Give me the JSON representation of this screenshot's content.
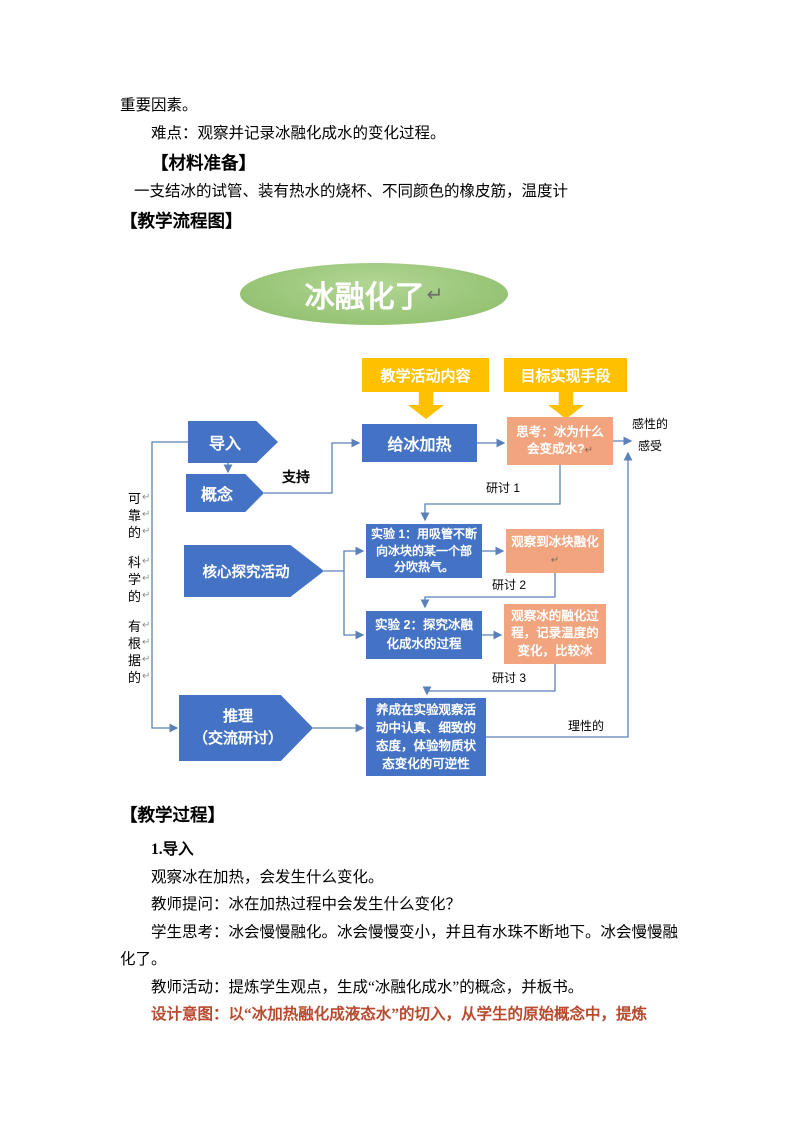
{
  "doc": {
    "p_top1": "重要因素。",
    "p_top2": "难点：观察并记录冰融化成水的变化过程。",
    "h_materials": "【材料准备】",
    "p_materials": "一支结冰的试管、装有热水的烧杯、不同颜色的橡皮筋，温度计",
    "h_flowchart": "【教学流程图】",
    "h_process": "【教学过程】",
    "p_step": "1.导入",
    "p1": "观察冰在加热，会发生什么变化。",
    "p2": "教师提问：冰在加热过程中会发生什么变化？",
    "p3": "学生思考：冰会慢慢融化。冰会慢慢变小，并且有水珠不断地下。冰会慢慢融化了。",
    "p4": "教师活动：提炼学生观点，生成“冰融化成水”的概念，并板书。",
    "p5": "设计意图：以“冰加热融化成液态水”的切入，从学生的原始概念中，提炼"
  },
  "flowchart": {
    "title": "冰融化了",
    "pilcrow": "↵",
    "header_activity": "教学活动内容",
    "header_target": "目标实现手段",
    "step_daoru": "导入",
    "step_gainian": "概念",
    "step_hexin": "核心探究活动",
    "step_tuili_1": "推理",
    "step_tuili_2": "（交流研讨）",
    "box_jiare": "给冰加热",
    "box_sikao": "思考：冰为什么会变成水?",
    "box_shiyan1": "实验 1：用吸管不断向冰块的某一个部分吹热气。",
    "box_guancha1": "观察到冰块融化",
    "box_shiyan2": "实验 2：探究冰融化成水的过程",
    "box_guancha2": "观察冰的融化过程，记录温度的变化，比较冰",
    "box_yangcheng": "养成在实验观察活动中认真、细致的态度，体验物质状态变化的可逆性",
    "label_zhichi": "支持",
    "label_yantao1": "研讨 1",
    "label_yantao2": "研讨 2",
    "label_yantao3": "研讨 3",
    "label_ganxing": "感性的",
    "label_ganshou": "感受",
    "label_lixing": "理性的",
    "side_groups": [
      "可靠的",
      "科学的",
      "有根据的"
    ]
  },
  "colors": {
    "shape_blue": "#4473C5",
    "shape_salmon": "#F2A47E",
    "shape_yellow": "#FFC000",
    "shape_green": "#8ABB66",
    "connector_blue": "#5B82B8",
    "accent_red": "#B84A2E"
  }
}
